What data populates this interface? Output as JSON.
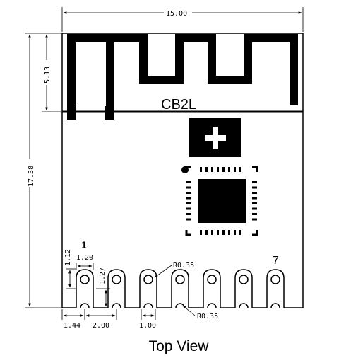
{
  "module": {
    "name": "CB2L",
    "pin1_label": "1",
    "pin7_label": "7",
    "caption": "Top View"
  },
  "dimensions": {
    "width": "15.00",
    "height": "17.38",
    "antenna_height": "5.13",
    "pad_pitch": "2.00",
    "edge_to_first_pad": "1.44",
    "hole_diameter": "1.00",
    "pad_width": "1.20",
    "pad_height": "1.12",
    "pad_to_edge": "1.27",
    "radius_top": "R0.35",
    "radius_bottom": "R0.35"
  },
  "colors": {
    "ink": "#000000",
    "background": "#ffffff"
  }
}
